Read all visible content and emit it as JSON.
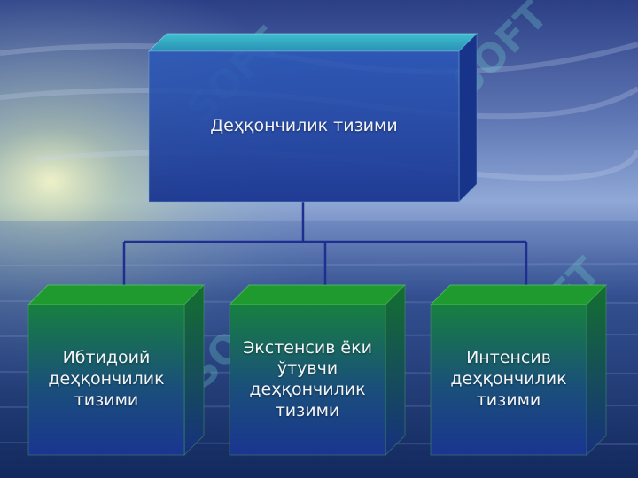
{
  "diagram": {
    "root": {
      "label": "Деҳқончилик тизими"
    },
    "children": [
      {
        "label": "Ибтидоий\nдеҳқончилик\nтизими"
      },
      {
        "label": "Экстенсив ёки\nўтувчи\nдеҳқончилик\nтизими"
      },
      {
        "label": "Интенсив\nдеҳқончилик\nтизими"
      }
    ]
  },
  "watermark": {
    "text": "SOFT"
  },
  "colors": {
    "root_front": "#1d3f9a",
    "root_top": "#2aa5c0",
    "child_front_top": "#157a3a",
    "child_front_bottom": "#1a3a8a",
    "child_top": "#1c9a2c",
    "connector": "#1f2f8f",
    "text": "#f2f4f8"
  }
}
